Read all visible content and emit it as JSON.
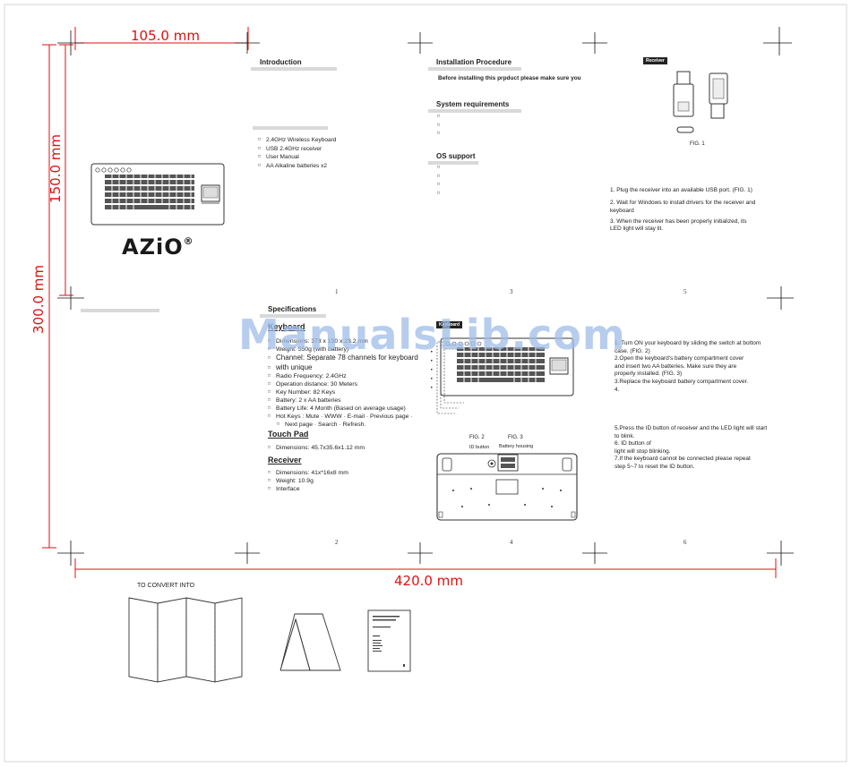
{
  "dimensions": {
    "top": "105.0 mm",
    "left_upper": "150.0 mm",
    "left_outer": "300.0 mm",
    "bottom": "420.0 mm"
  },
  "watermark": "ManualsLib.com",
  "brand": {
    "logo": "AZiO",
    "registered": "®"
  },
  "page1": {
    "introduction_title": "Introduction",
    "package_items": [
      "2.4GHz Wireless Keyboard",
      "USB 2.4GHz receiver",
      "User Manual",
      "AA  Alkaline batteries x2"
    ],
    "page_number": "1"
  },
  "page3": {
    "installation_title": "Installation Procedure",
    "installation_text": "Before installing this prpduct please make sure you",
    "sysreq_title": "System requirements",
    "os_title": "OS support",
    "page_number": "3"
  },
  "page5": {
    "receiver_tag": "Receiver",
    "fig1": "FIG. 1",
    "steps": [
      "1. Plug the receiver into an available USB port. (FIG. 1)",
      "2. Wait for Windows to install drivers for the receiver and",
      "    keyboard",
      "3. When the receiver has been properly initialized, its",
      "    LED light will stay lit."
    ],
    "page_number": "5"
  },
  "page2": {
    "specifications_title": "Specifications",
    "keyboard_label": "Keyboard",
    "specs": [
      "Dimensions: 373 x 130 x 23.2 mm",
      "Weight: 550g (with battery)",
      "Channel: Separate 78 channels for keyboard",
      "with unique",
      "Radio Frequency: 2.4GHz",
      "Operation distance: 30 Meters",
      "Key Number: 82 Keys",
      "Battery: 2 x AA batteries",
      "Battery Life: 4 Month (Based on average usage)",
      "Hot Keys : Mute · WWW · E-mail · Previous page ·",
      "Next page · Search · Refresh."
    ],
    "touchpad_title": "Touch Pad",
    "touchpad_specs": [
      "Dimensions: 45.7x35.6x1.12 mm"
    ],
    "receiver_title": "Receiver",
    "receiver_specs": [
      "Dimensions: 41x*16x8 mm",
      "Weight: 10.9g",
      "Interface"
    ],
    "page_number": "2"
  },
  "page4": {
    "keyboard_tag": "Keyboard",
    "fig2": "FIG. 2",
    "fig3": "FIG. 3",
    "id_button": "ID button",
    "battery_housing": "Battery housing",
    "page_number": "4"
  },
  "page6": {
    "steps": [
      "1. Turn ON your keyboard by sliding the switch at       bottom",
      "         case. (FIG. 2)",
      "2.Open the keyboard's battery compartment cover",
      "   and insert two AA batteries. Make sure they are",
      "   properly installed. (FIG. 3)",
      "3.Replace the keyboard battery compartment cover.",
      "4."
    ],
    "steps2": [
      "5.Press the ID button of receiver and the LED light will start",
      "   to blink.",
      "6.                    ID button of",
      "   light will stop blinking.",
      "7.If the keyboard cannot be connected please repeat",
      "   step 5~7 to reset the ID button."
    ],
    "page_number": "6"
  },
  "convert_label": "TO CONVERT INTO"
}
